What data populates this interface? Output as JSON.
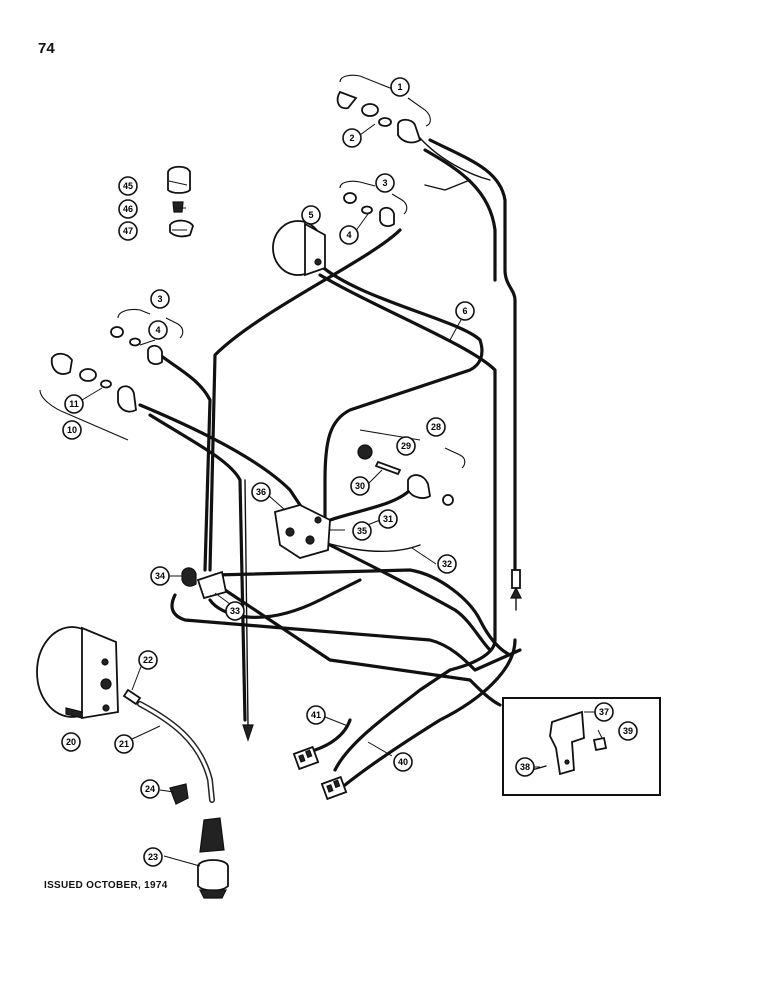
{
  "page": {
    "number": "74",
    "issued": "ISSUED OCTOBER, 1974"
  },
  "callouts": [
    "1",
    "2",
    "3",
    "3",
    "3",
    "4",
    "4",
    "5",
    "6",
    "10",
    "11",
    "20",
    "21",
    "22",
    "23",
    "24",
    "28",
    "29",
    "30",
    "31",
    "32",
    "33",
    "34",
    "35",
    "36",
    "37",
    "38",
    "39",
    "40",
    "41",
    "45",
    "46",
    "47"
  ],
  "icons": [
    "lamp-socket-icon",
    "bulb-icon",
    "gauge-icon",
    "switch-icon",
    "connector-icon",
    "tachometer-icon",
    "cable-icon",
    "bracket-icon"
  ]
}
